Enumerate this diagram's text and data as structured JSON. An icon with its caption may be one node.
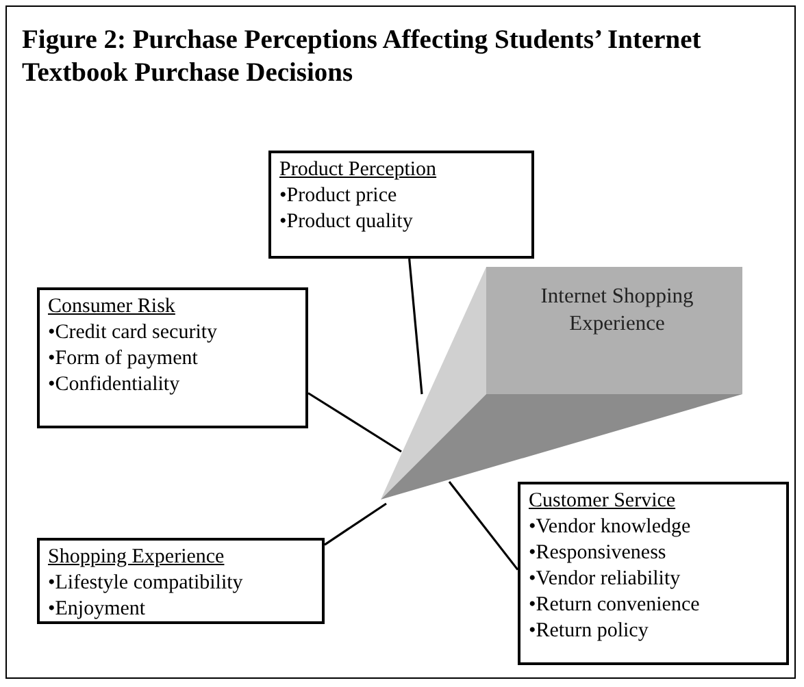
{
  "diagram": {
    "title": "Figure 2:  Purchase Perceptions Affecting Students’ Internet Textbook Purchase Decisions",
    "nodes": [
      {
        "text": [
          "Product Perception",
          "•Product price",
          "•Product quality"
        ]
      },
      {
        "text": [
          "Consumer Risk",
          "•Credit card security",
          "•Form of payment",
          "•Confidentiality"
        ]
      },
      {
        "text": [
          "Internet Shopping Experience"
        ]
      },
      {
        "text": [
          "Shopping Experience",
          "•Lifestyle compatibility",
          "•Enjoyment"
        ]
      },
      {
        "text": [
          "Customer Service",
          "•Vendor knowledge",
          "•Responsiveness",
          "•Vendor reliability",
          "•Return convenience",
          "•Return policy"
        ]
      }
    ],
    "edges": [
      {
        "from": 0,
        "to": 2,
        "arrow": "none"
      },
      {
        "from": 1,
        "to": 2,
        "arrow": "none"
      },
      {
        "from": 3,
        "to": 2,
        "arrow": "none"
      },
      {
        "from": 4,
        "to": 2,
        "arrow": "none"
      }
    ]
  }
}
